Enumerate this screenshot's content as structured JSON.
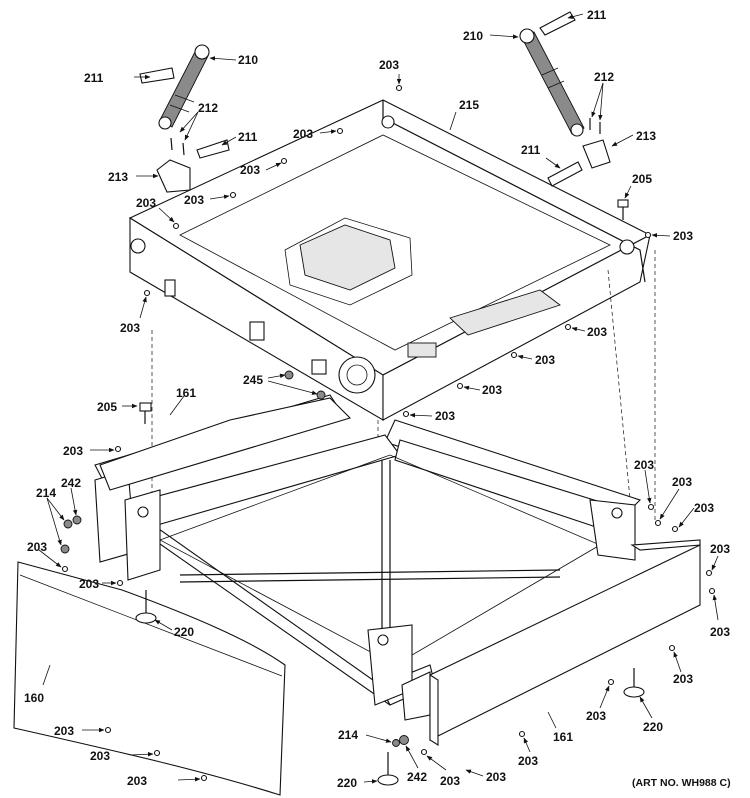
{
  "art_number": "(ART NO. WH988 C)",
  "callouts": {
    "c160": "160",
    "c161": "161",
    "c203": "203",
    "c205": "205",
    "c210": "210",
    "c211": "211",
    "c212": "212",
    "c213": "213",
    "c214": "214",
    "c215": "215",
    "c220": "220",
    "c242": "242",
    "c245": "245"
  }
}
